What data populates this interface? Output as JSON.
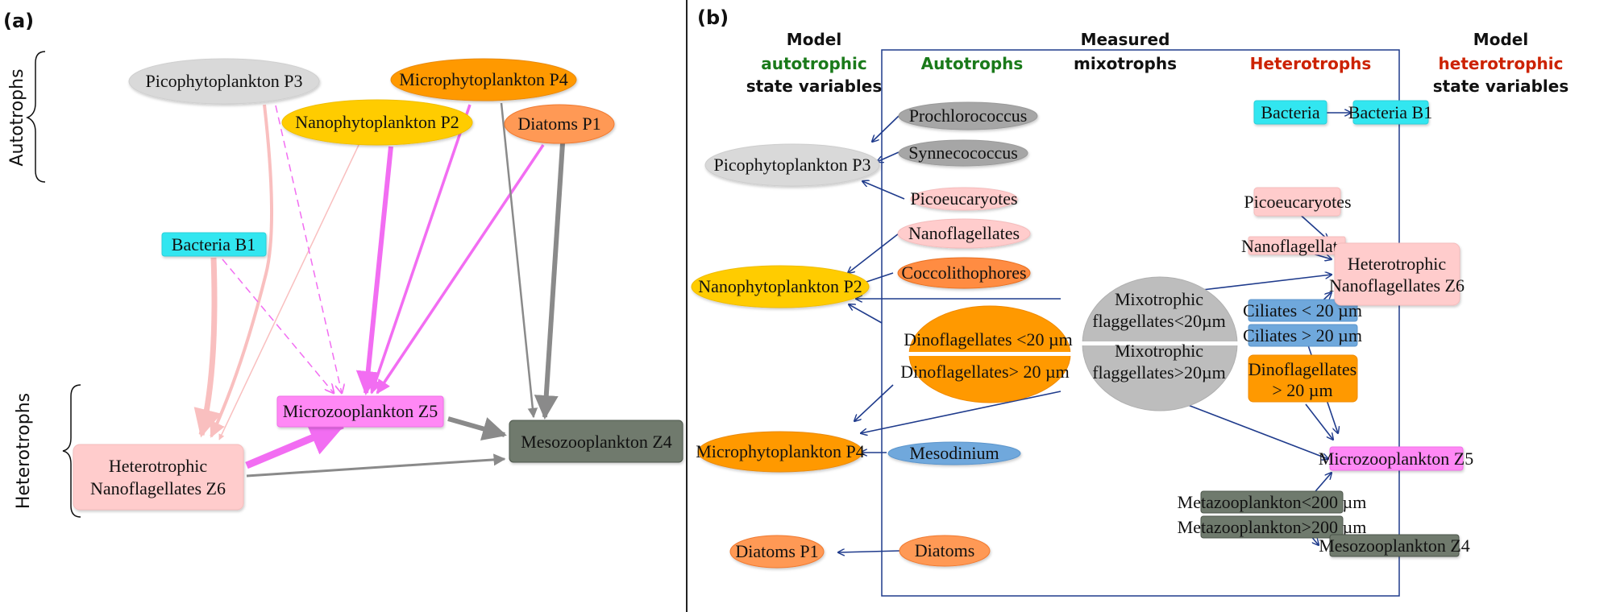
{
  "panel_a": {
    "label": "(a)",
    "group_labels": {
      "autotrophs": "Autotrophs",
      "heterotrophs": "Heterotrophs"
    },
    "nodes": {
      "pico": {
        "label": "Picophytoplankton P3",
        "color": "#d9d9d9"
      },
      "micro": {
        "label": "Microphytoplankton P4",
        "color": "#ff9900"
      },
      "nano": {
        "label": "Nanophytoplankton P2",
        "color": "#ffcc00"
      },
      "diatoms": {
        "label": "Diatoms P1",
        "color": "#ff9955"
      },
      "bacteria": {
        "label": "Bacteria B1",
        "color": "#33e6f0"
      },
      "microzoo": {
        "label": "Microzooplankton Z5",
        "color": "#ff88f5"
      },
      "mesozoo": {
        "label": "Mesozooplankton Z4",
        "color": "#6f7a6d"
      },
      "hnf_line1": "Heterotrophic",
      "hnf_line2": "Nanoflagellates Z6",
      "hnf_color": "#ffcccc"
    },
    "edge_colors": {
      "pink": "#f9bfbf",
      "magenta": "#f26df2",
      "gray": "#8a8a8a"
    }
  },
  "panel_b": {
    "label": "(b)",
    "headers": {
      "model_auto": [
        "Model",
        "autotrophic",
        "state variables"
      ],
      "autotrophs": "Autotrophs",
      "measured": [
        "Measured",
        "mixotrophs"
      ],
      "heterotrophs": "Heterotrophs",
      "model_hetero": [
        "Model",
        "heterotrophic",
        "state variables"
      ],
      "green": "#1a7a1a",
      "red": "#cc2200"
    },
    "model_auto": {
      "pico": "Picophytoplankton P3",
      "nano": "Nanophytoplankton P2",
      "micro": "Microphytoplankton P4",
      "diatoms": "Diatoms P1"
    },
    "measured_auto": {
      "prochlorococcus": "Prochlorococcus",
      "synnecococcus": "Synnecococcus",
      "picoeucaryotes": "Picoeucaryotes",
      "nanoflagellates": "Nanoflagellates",
      "coccolithophores": "Coccolithophores",
      "dino_small": "Dinoflagellates <20 µm",
      "dino_large": "Dinoflagellates> 20 µm",
      "mesodinium": "Mesodinium",
      "diatoms": "Diatoms"
    },
    "mixotrophs": {
      "small_1": "Mixotrophic",
      "small_2": "flaggellates<20µm",
      "large_1": "Mixotrophic",
      "large_2": "flaggellates>20µm"
    },
    "measured_hetero": {
      "bacteria": "Bacteria",
      "picoeucaryotes": "Picoeucaryotes",
      "nanoflagellates": "Nanoflagellates",
      "ciliates_small": "Ciliates < 20 µm",
      "ciliates_large": "Ciliates > 20 µm",
      "dino_1": "Dinoflagellates",
      "dino_2": "> 20 µm",
      "meta_small": "Metazooplankton<200 µm",
      "meta_large": "Metazooplankton>200 µm"
    },
    "model_hetero": {
      "bacteria": "Bacteria B1",
      "hnf_1": "Heterotrophic",
      "hnf_2": "Nanoflagellates Z6",
      "microzoo": "Microzooplankton Z5",
      "mesozoo": "Mesozooplankton Z4"
    },
    "arrow_color": "#1f3b8c"
  }
}
